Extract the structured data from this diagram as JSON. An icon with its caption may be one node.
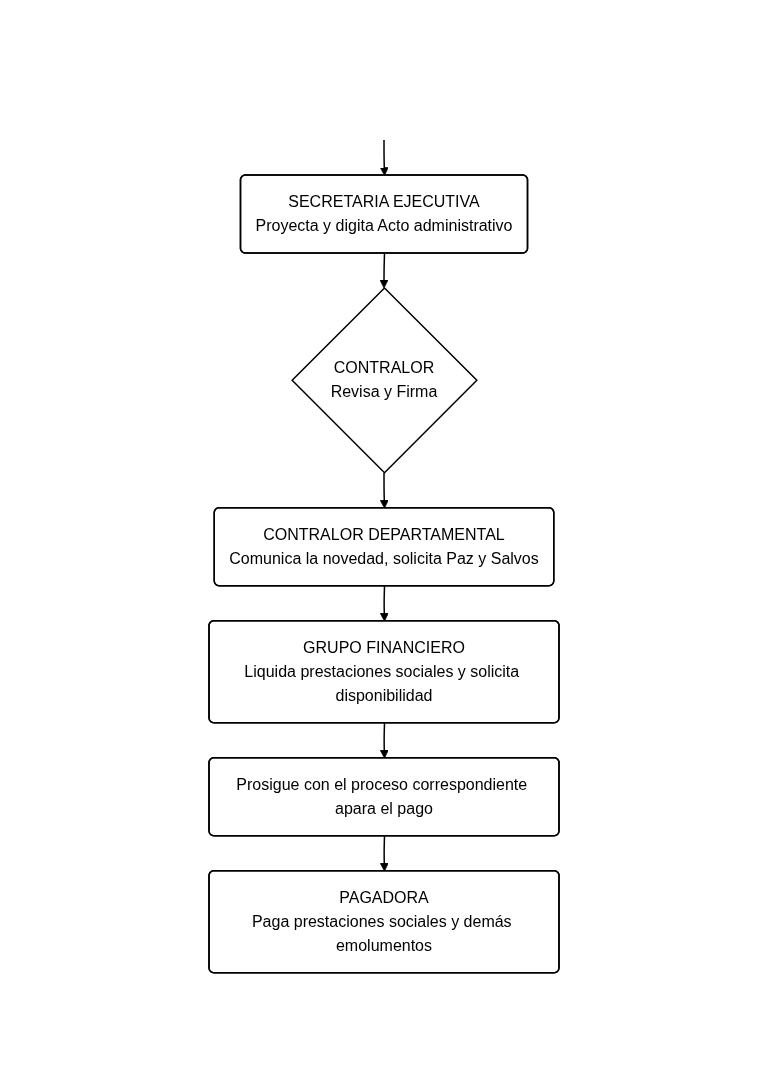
{
  "diagram": {
    "nodes": [
      {
        "text": [
          "SECRETARIA EJECUTIVA",
          "Proyecta y digita Acto administrativo"
        ]
      },
      {
        "text": [
          "CONTRALOR",
          "Revisa y Firma"
        ]
      },
      {
        "text": [
          "CONTRALOR DEPARTAMENTAL",
          "Comunica la novedad, solicita Paz y Salvos"
        ]
      },
      {
        "text": [
          "GRUPO FINANCIERO",
          "Liquida prestaciones sociales y solicita disponibilidad"
        ]
      },
      {
        "text": [
          "Prosigue con el proceso correspondiente apara el pago"
        ]
      },
      {
        "text": [
          "PAGADORA",
          "Paga prestaciones sociales y demás emolumentos"
        ]
      }
    ],
    "edges": [
      {
        "from": null,
        "to": 0,
        "arrow": "to"
      },
      {
        "from": 0,
        "to": 1,
        "arrow": "to"
      },
      {
        "from": 1,
        "to": 2,
        "arrow": "to"
      },
      {
        "from": 2,
        "to": 3,
        "arrow": "to"
      },
      {
        "from": 3,
        "to": 4,
        "arrow": "to"
      },
      {
        "from": 4,
        "to": 5,
        "arrow": "to"
      }
    ]
  }
}
